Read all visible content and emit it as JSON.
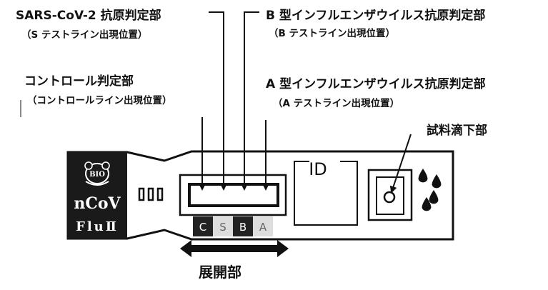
{
  "labels": {
    "sars_title": "SARS-CoV-2 抗原判定部",
    "sars_sub": "（S テストライン出現位置）",
    "fluB_title": "B 型インフルエンザウイルス抗原判定部",
    "fluB_sub": "（B テストライン出現位置）",
    "control_title": "コントロール判定部",
    "control_sub": "（コントロールライン出現位置）",
    "fluA_title": "A 型インフルエンザウイルス抗原判定部",
    "fluA_sub": "（A テストライン出現位置）",
    "sample_well": "試料滴下部",
    "development": "展開部"
  },
  "device": {
    "logo_badge": "BIO",
    "logo_line1": "nCoV",
    "logo_line2": "FluⅡ",
    "id_label": "ID",
    "strip_letters": [
      "C",
      "S",
      "B",
      "A"
    ]
  },
  "colors": {
    "ink": "#111111",
    "strip_dark": "#222222",
    "strip_light": "#dddddd"
  }
}
